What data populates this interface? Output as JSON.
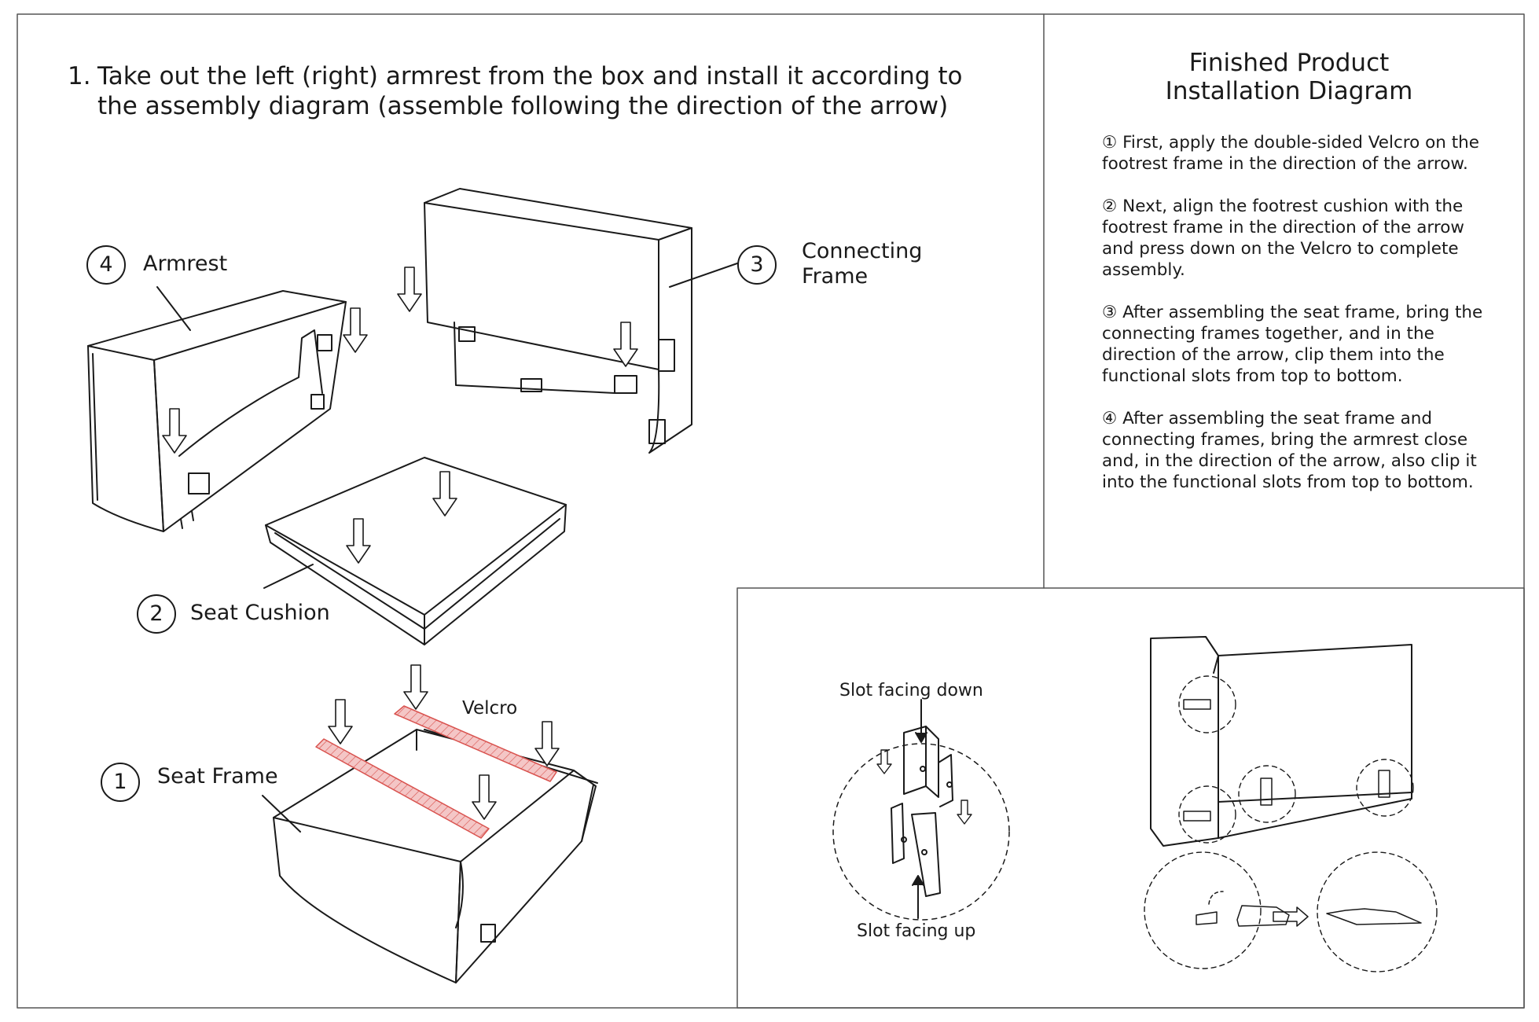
{
  "step_heading": {
    "number": "1.",
    "line1": "Take out the left (right) armrest from the box and install it according to",
    "line2": "the assembly diagram (assemble following the direction of the arrow)"
  },
  "callouts": [
    {
      "num": "4",
      "label": "Armrest"
    },
    {
      "num": "3",
      "label_line1": "Connecting",
      "label_line2": "Frame"
    },
    {
      "num": "2",
      "label": "Seat Cushion"
    },
    {
      "num": "1",
      "label": "Seat Frame"
    }
  ],
  "velcro_label": "Velcro",
  "side_panel": {
    "title_line1": "Finished Product",
    "title_line2": "Installation Diagram",
    "instructions": [
      "① First, apply the double-sided Velcro on the footrest frame in the direction of the arrow.",
      "② Next, align the footrest cushion with the footrest frame in the direction of the arrow and press down on the Velcro to complete assembly.",
      "③ After assembling the seat frame, bring the connecting frames together, and in the direction of the arrow, clip them into the functional slots from top to bottom.",
      "④ After assembling the seat frame and connecting frames, bring the armrest close and, in the direction of the arrow, also clip it into the functional slots from top to bottom."
    ]
  },
  "slot_detail": {
    "top_label": "Slot facing down",
    "bottom_label": "Slot facing up"
  },
  "colors": {
    "line": "#1a1a1a",
    "velcro_fill": "#f4c6c6",
    "velcro_stroke": "#d9534f",
    "border": "#555555"
  }
}
